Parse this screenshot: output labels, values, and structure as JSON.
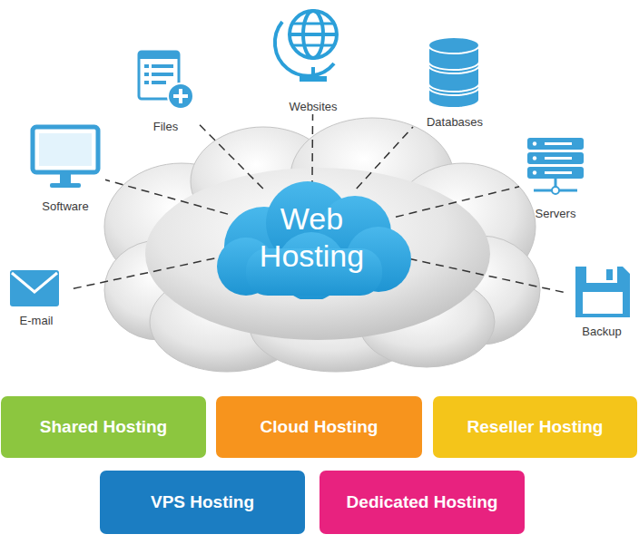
{
  "diagram": {
    "nodes": [
      {
        "text": [
          "Websites"
        ]
      },
      {
        "text": [
          "Files"
        ]
      },
      {
        "text": [
          "Databases"
        ]
      },
      {
        "text": [
          "Software"
        ]
      },
      {
        "text": [
          "Servers"
        ]
      },
      {
        "text": [
          "Web Hosting"
        ]
      },
      {
        "text": [
          "E-mail"
        ]
      },
      {
        "text": [
          "Backup"
        ]
      },
      {
        "text": [
          "Shared Hosting"
        ]
      },
      {
        "text": [
          "Cloud Hosting"
        ]
      },
      {
        "text": [
          "Reseller Hosting"
        ]
      },
      {
        "text": [
          "VPS Hosting"
        ]
      },
      {
        "text": [
          "Dedicated Hosting"
        ]
      }
    ],
    "edges": [
      {
        "from": 5,
        "to": 0,
        "arrow": "none"
      },
      {
        "from": 5,
        "to": 1,
        "arrow": "none"
      },
      {
        "from": 5,
        "to": 2,
        "arrow": "none"
      },
      {
        "from": 5,
        "to": 3,
        "arrow": "none"
      },
      {
        "from": 5,
        "to": 4,
        "arrow": "none"
      },
      {
        "from": 5,
        "to": 6,
        "arrow": "none"
      },
      {
        "from": 5,
        "to": 7,
        "arrow": "none"
      }
    ]
  }
}
